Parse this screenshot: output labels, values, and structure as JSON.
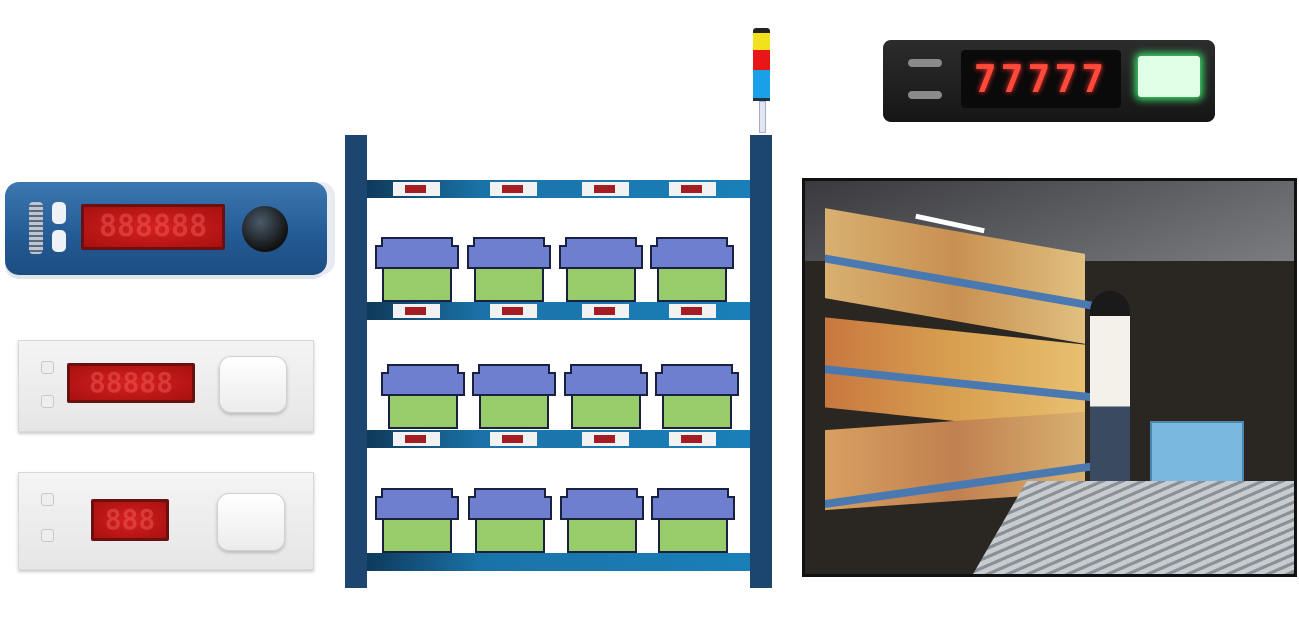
{
  "devices": {
    "blue_panel": {
      "digits": "888888",
      "color": "#235a93"
    },
    "white_panel_6digit": {
      "digits": "88888"
    },
    "white_panel_3digit": {
      "digits": "888"
    },
    "dark_panel": {
      "digits": "77777",
      "button_color": "#7dff9a"
    }
  },
  "rack": {
    "levels": 3,
    "bins_per_level": 4,
    "tower_light": [
      "yellow",
      "red",
      "blue"
    ]
  },
  "colors": {
    "post": "#1c4670",
    "bin_lid": "#6f7fd0",
    "bin_body": "#98cc6a",
    "display_red": "#a31d22"
  }
}
